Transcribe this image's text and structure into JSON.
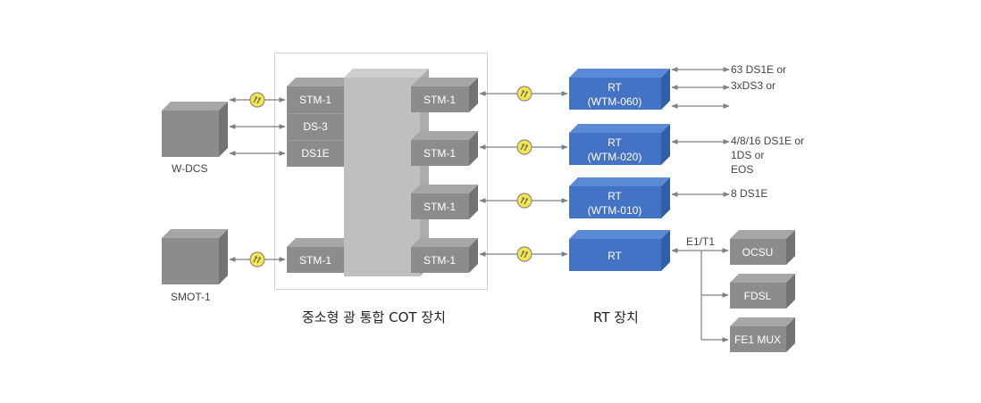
{
  "colors": {
    "gray_box": "#8c8c8c",
    "gray_top": "#a6a6a6",
    "gray_side": "#737373",
    "core_front": "#bfbfbf",
    "core_top": "#cdcdcd",
    "core_side": "#acacac",
    "blue_front": "#4472c4",
    "blue_top": "#5a8ad6",
    "blue_side": "#2f5fa8",
    "line": "#808080",
    "optical_fill": "#f5e64a",
    "frame": "#d0d0d0"
  },
  "left_devices": [
    {
      "name": "W-DCS",
      "label": "W-DCS"
    },
    {
      "name": "SMOT-1",
      "label": "SMOT-1"
    }
  ],
  "cot": {
    "caption": "중소형 광 통합 COT 장치",
    "left_ports": [
      "STM-1",
      "DS-3",
      "DS1E",
      "STM-1"
    ],
    "right_ports": [
      "STM-1",
      "STM-1",
      "STM-1",
      "STM-1"
    ]
  },
  "rt": {
    "caption": "RT 장치",
    "units": [
      {
        "line1": "RT",
        "line2": "(WTM-060)"
      },
      {
        "line1": "RT",
        "line2": "(WTM-020)"
      },
      {
        "line1": "RT",
        "line2": "(WTM-010)"
      },
      {
        "line1": "RT",
        "line2": ""
      }
    ],
    "outputs": {
      "wtm060": [
        "63 DS1E or",
        "3xDS3 or"
      ],
      "wtm020": [
        "4/8/16 DS1E or",
        "1DS or",
        "EOS"
      ],
      "wtm010": [
        "8 DS1E"
      ],
      "e1t1": "E1/T1"
    }
  },
  "terminal_devices": [
    "OCSU",
    "FDSL",
    "FE1 MUX"
  ],
  "icons": {
    "optical": "optical-connector-icon"
  }
}
